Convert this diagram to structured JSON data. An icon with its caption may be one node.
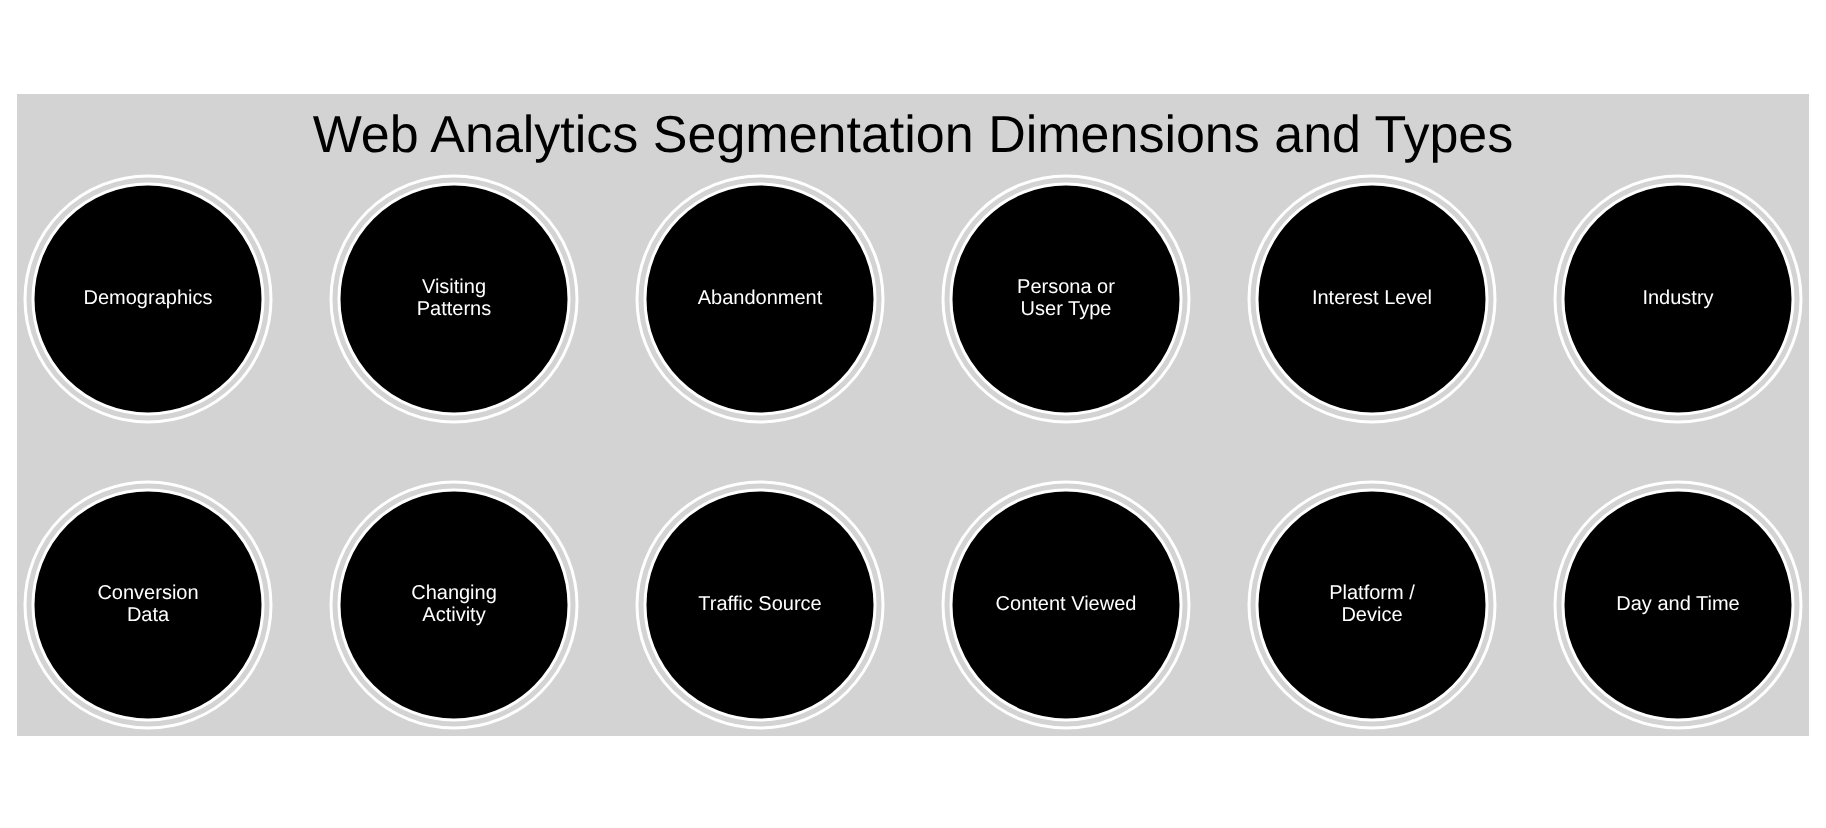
{
  "diagram": {
    "title": "Web Analytics Segmentation Dimensions and Types",
    "nodes": [
      {
        "text": [
          "Demographics"
        ]
      },
      {
        "text": [
          "Visiting Patterns"
        ]
      },
      {
        "text": [
          "Abandonment"
        ]
      },
      {
        "text": [
          "Persona or User Type"
        ]
      },
      {
        "text": [
          "Interest Level"
        ]
      },
      {
        "text": [
          "Industry"
        ]
      },
      {
        "text": [
          "Conversion Data"
        ]
      },
      {
        "text": [
          "Changing Activity"
        ]
      },
      {
        "text": [
          "Traffic Source"
        ]
      },
      {
        "text": [
          "Content Viewed"
        ]
      },
      {
        "text": [
          "Platform / Device"
        ]
      },
      {
        "text": [
          "Day and Time"
        ]
      }
    ],
    "edges": []
  }
}
